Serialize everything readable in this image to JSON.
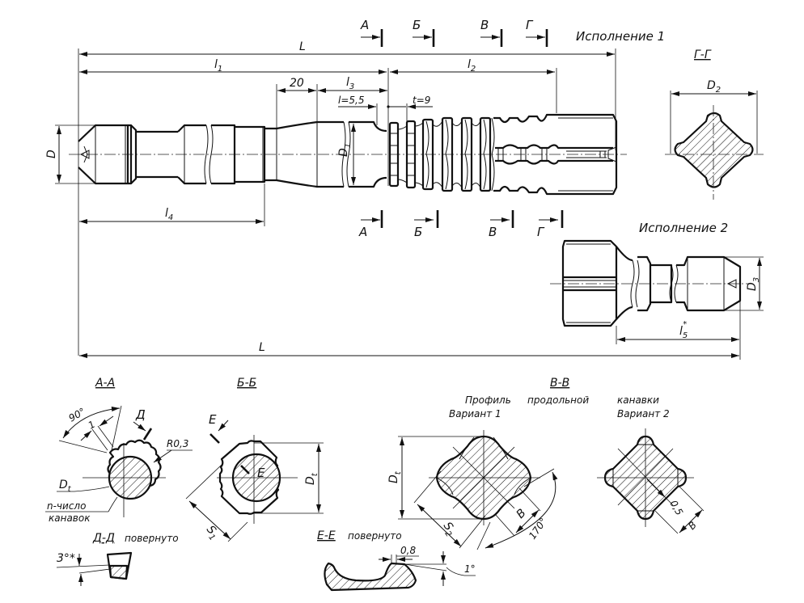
{
  "drawing": {
    "variants": {
      "v1": "Исполнение 1",
      "v2": "Исполнение 2"
    },
    "cut_labels": {
      "a": "А",
      "b": "Б",
      "v": "В",
      "g": "Г"
    },
    "dims": {
      "L": "L",
      "l1": "l",
      "l1_sub": "1",
      "l2": "l",
      "l2_sub": "2",
      "l3": "l",
      "l3_sub": "3",
      "l4": "l",
      "l4_sub": "4",
      "l5": "l",
      "l5_sub": "5",
      "l5_star": "*",
      "d20": "20",
      "l_eq": "l=5,5",
      "t_eq": "t=9",
      "D": "D",
      "D1": "D",
      "D1_sub": "1",
      "D2": "D",
      "D2_sub": "2",
      "D3": "D",
      "D3_sub": "3"
    },
    "sections": {
      "gg_title": "Г-Г",
      "aa_title": "А-А",
      "bb_title": "Б-Б",
      "vv_title": "В-В",
      "dd_title": "Д-Д",
      "dd_note": "повернуто",
      "ee_title": "Е-Е",
      "ee_note": "повернуто",
      "profile_caption_1": "Профиль",
      "profile_caption_2": "продольной",
      "profile_caption_3": "канавки",
      "variant1": "Вариант 1",
      "variant2": "Вариант 2"
    },
    "aa": {
      "angle": "90°",
      "width": "1",
      "view_d": "Д",
      "radius": "R0,3",
      "Dt": "D",
      "Dt_sub": "t",
      "groove_note_1": "n-число",
      "groove_note_2": "канавок"
    },
    "bb": {
      "view_e": "E",
      "inner_e": "E",
      "Dt": "D",
      "Dt_sub": "t",
      "S1": "S",
      "S1_sub": "1"
    },
    "vv": {
      "Dt": "D",
      "Dt_sub": "t",
      "S2": "S",
      "S2_sub": "2",
      "B": "B",
      "angle": "170°",
      "v2_gap": "0,5",
      "v2_B": "B"
    },
    "dd": {
      "angle": "3°*"
    },
    "ee": {
      "width": "0,8",
      "angle": "1°"
    }
  }
}
